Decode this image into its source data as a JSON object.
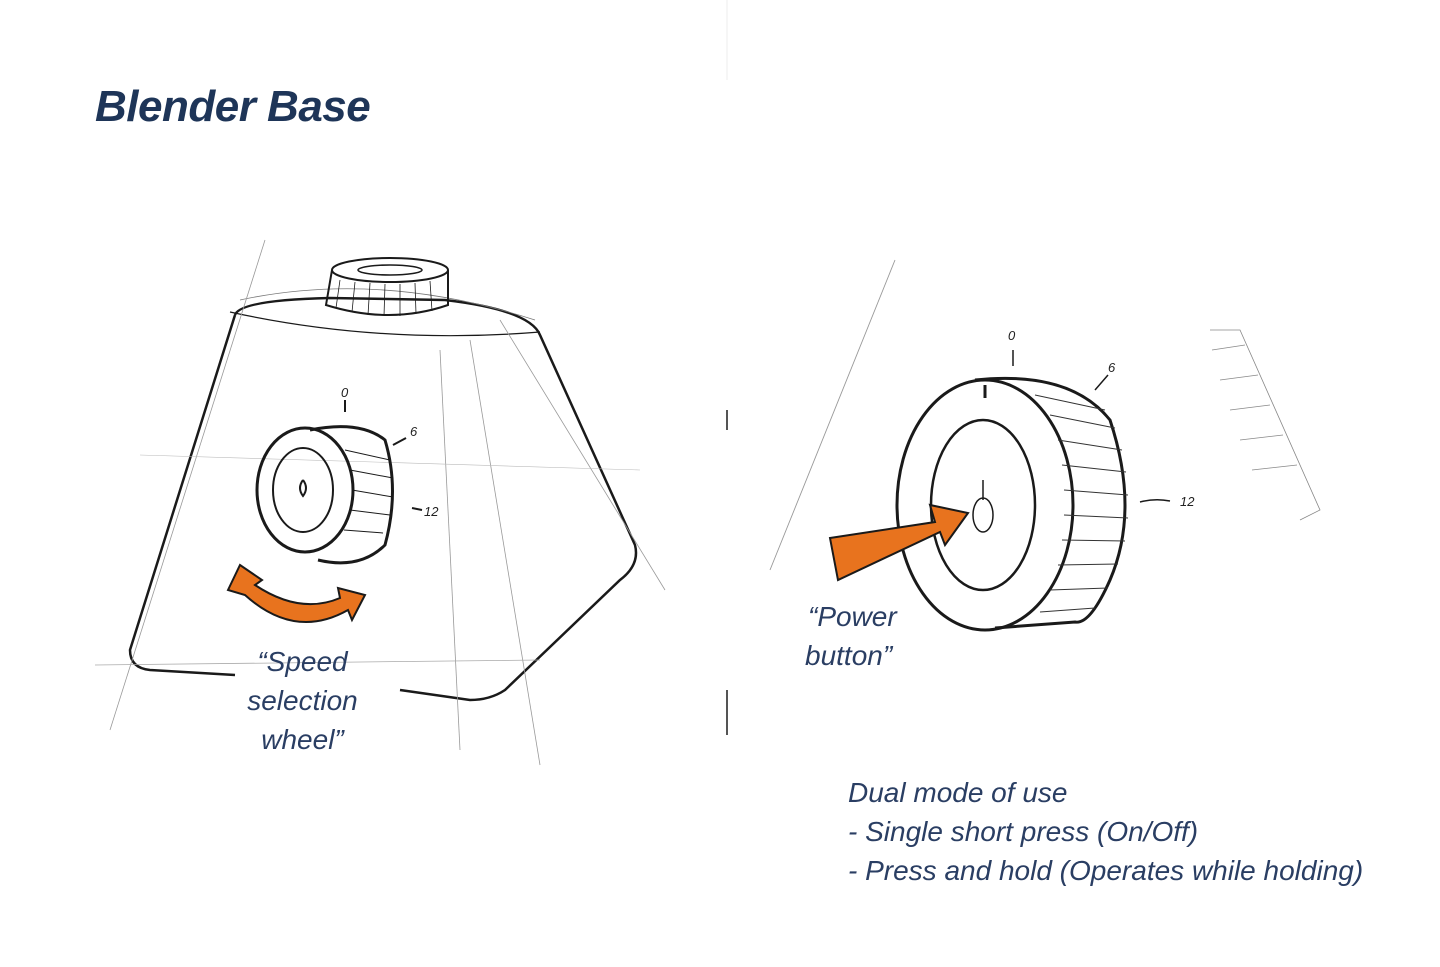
{
  "title": "Blender Base",
  "left_sketch": {
    "caption": [
      "“Speed",
      "selection",
      "wheel”"
    ],
    "dial_labels": [
      "0",
      "6",
      "12"
    ]
  },
  "right_sketch": {
    "caption": [
      "“Power",
      "button”"
    ],
    "dial_labels": [
      "0",
      "6",
      "12"
    ]
  },
  "notes": {
    "heading": "Dual mode of use",
    "items": [
      "- Single short press (On/Off)",
      "- Press and hold (Operates while holding)"
    ]
  },
  "colors": {
    "text": "#1e3558",
    "accent": "#e8731e",
    "ink": "#1a1a1a"
  }
}
